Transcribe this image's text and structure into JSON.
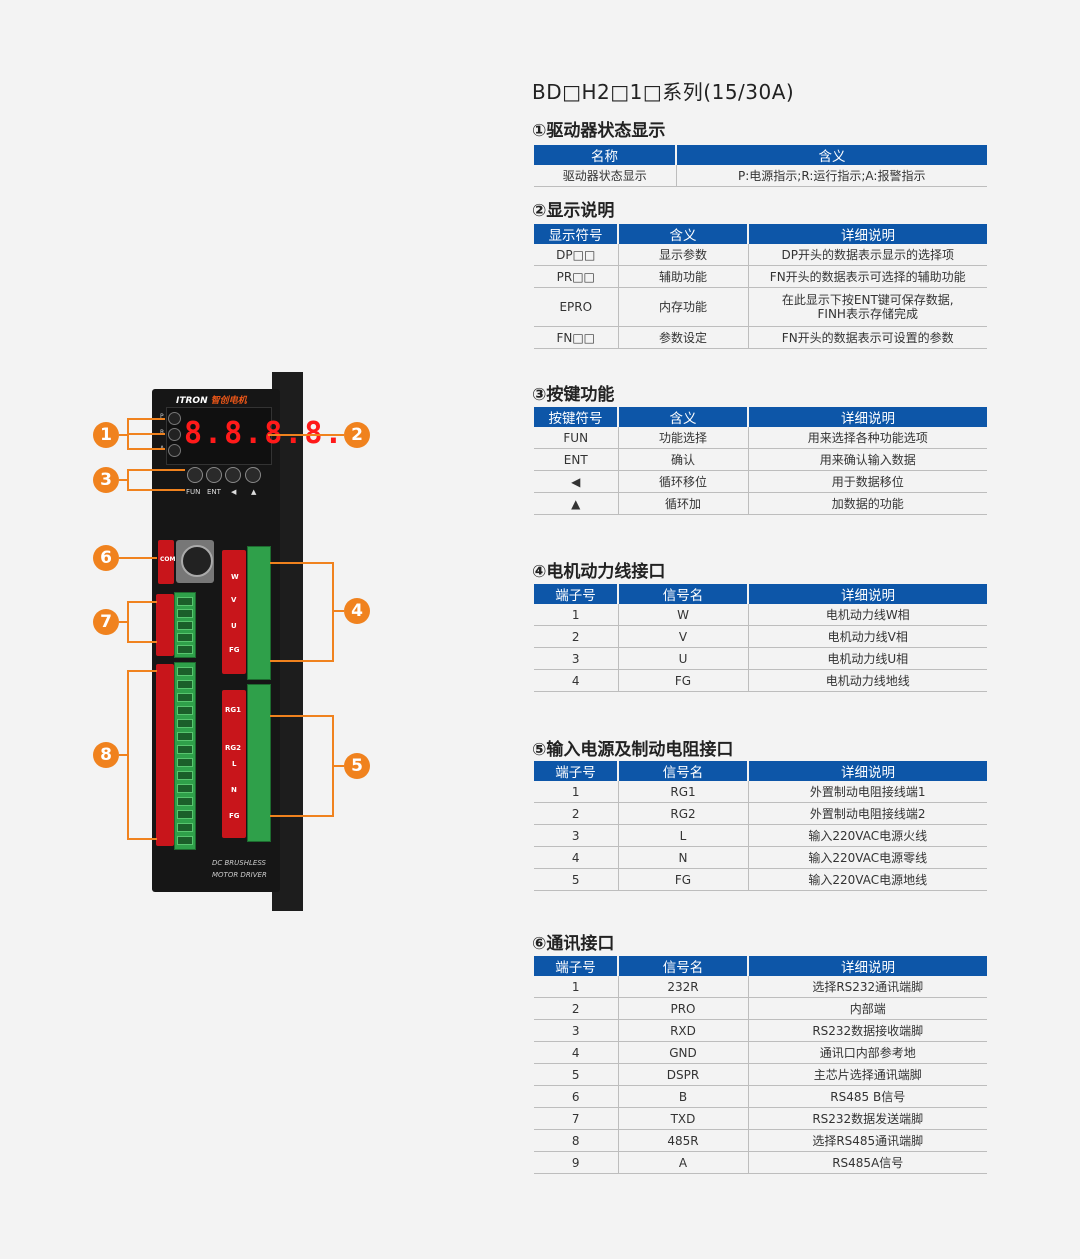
{
  "title": "BD□H2□1□系列(15/30A)",
  "device": {
    "brand": "ITRON",
    "brand_cn": "智创电机",
    "digits": "8.8.8.8.",
    "indicators": [
      "P",
      "R",
      "A"
    ],
    "keys": [
      "FUN",
      "ENT",
      "◀",
      "▲"
    ],
    "power_labels": [
      "W",
      "V",
      "U",
      "FG"
    ],
    "resistor_labels": [
      "RG1",
      "RG2",
      "L",
      "N",
      "FG"
    ],
    "comm_label": "COM",
    "footer1": "DC BRUSHLESS",
    "footer2": "MOTOR DRIVER",
    "callouts": [
      "1",
      "2",
      "3",
      "4",
      "5",
      "6",
      "7",
      "8"
    ]
  },
  "sec1": {
    "heading": "①驱动器状态显示",
    "headers": [
      "名称",
      "含义"
    ],
    "rows": [
      [
        "驱动器状态显示",
        "P:电源指示;R:运行指示;A:报警指示"
      ]
    ]
  },
  "sec2": {
    "heading": "②显示说明",
    "headers": [
      "显示符号",
      "含义",
      "详细说明"
    ],
    "rows": [
      [
        "DP□□",
        "显示参数",
        "DP开头的数据表示显示的选择项"
      ],
      [
        "PR□□",
        "辅助功能",
        "FN开头的数据表示可选择的辅助功能"
      ],
      [
        "EPRO",
        "内存功能",
        "在此显示下按ENT键可保存数据,\nFINH表示存储完成"
      ],
      [
        "FN□□",
        "参数设定",
        "FN开头的数据表示可设置的参数"
      ]
    ]
  },
  "sec3": {
    "heading": "③按键功能",
    "headers": [
      "按键符号",
      "含义",
      "详细说明"
    ],
    "rows": [
      [
        "FUN",
        "功能选择",
        "用来选择各种功能选项"
      ],
      [
        "ENT",
        "确认",
        "用来确认输入数据"
      ],
      [
        "◀",
        "循环移位",
        "用于数据移位"
      ],
      [
        "▲",
        "循环加",
        "加数据的功能"
      ]
    ]
  },
  "sec4": {
    "heading": "④电机动力线接口",
    "headers": [
      "端子号",
      "信号名",
      "详细说明"
    ],
    "rows": [
      [
        "1",
        "W",
        "电机动力线W相"
      ],
      [
        "2",
        "V",
        "电机动力线V相"
      ],
      [
        "3",
        "U",
        "电机动力线U相"
      ],
      [
        "4",
        "FG",
        "电机动力线地线"
      ]
    ]
  },
  "sec5": {
    "heading": "⑤输入电源及制动电阻接口",
    "headers": [
      "端子号",
      "信号名",
      "详细说明"
    ],
    "rows": [
      [
        "1",
        "RG1",
        "外置制动电阻接线端1"
      ],
      [
        "2",
        "RG2",
        "外置制动电阻接线端2"
      ],
      [
        "3",
        "L",
        "输入220VAC电源火线"
      ],
      [
        "4",
        "N",
        "输入220VAC电源零线"
      ],
      [
        "5",
        "FG",
        "输入220VAC电源地线"
      ]
    ]
  },
  "sec6": {
    "heading": "⑥通讯接口",
    "headers": [
      "端子号",
      "信号名",
      "详细说明"
    ],
    "rows": [
      [
        "1",
        "232R",
        "选择RS232通讯端脚"
      ],
      [
        "2",
        "PRO",
        "内部端"
      ],
      [
        "3",
        "RXD",
        "RS232数据接收端脚"
      ],
      [
        "4",
        "GND",
        "通讯口内部参考地"
      ],
      [
        "5",
        "DSPR",
        "主芯片选择通讯端脚"
      ],
      [
        "6",
        "B",
        "RS485 B信号"
      ],
      [
        "7",
        "TXD",
        "RS232数据发送端脚"
      ],
      [
        "8",
        "485R",
        "选择RS485通讯端脚"
      ],
      [
        "9",
        "A",
        "RS485A信号"
      ]
    ]
  },
  "colors": {
    "header_blue": "#0d56a8",
    "callout_orange": "#f0821e",
    "terminal_red": "#c8151b",
    "terminal_green": "#2fa04a"
  }
}
